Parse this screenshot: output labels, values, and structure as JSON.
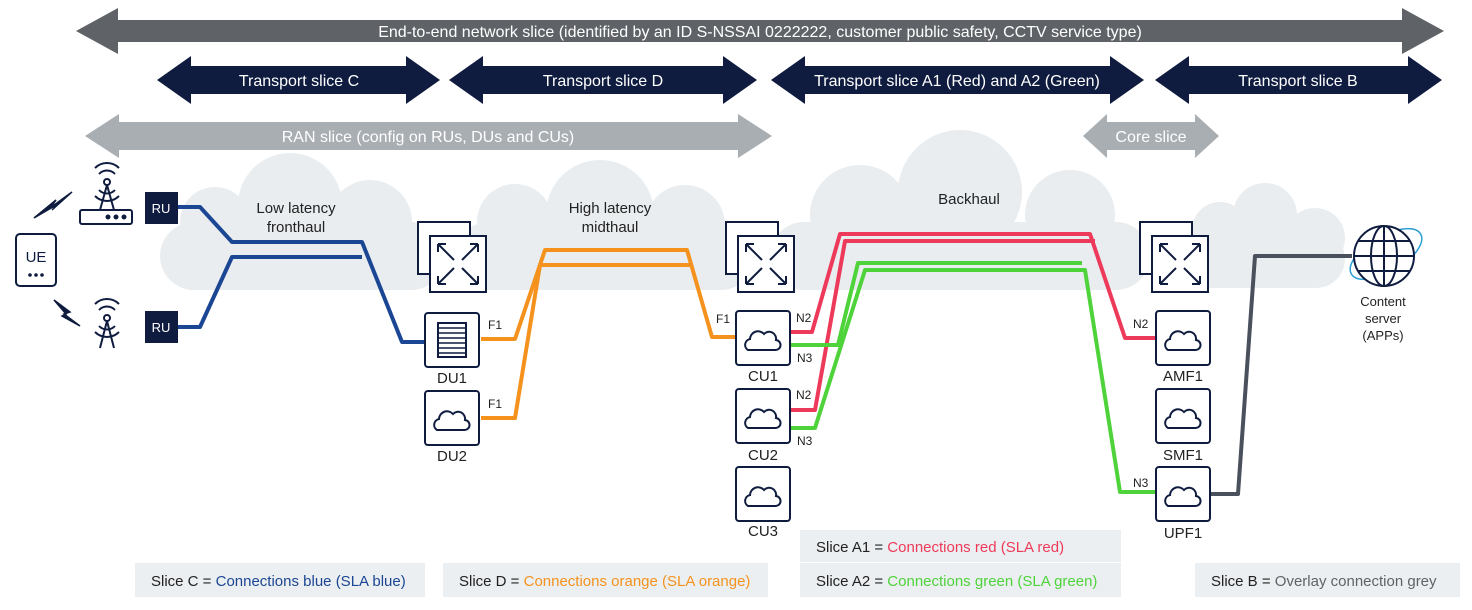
{
  "arrows": {
    "e2e": "End-to-end network slice (identified by an ID S-NSSAI 0222222, customer public safety, CCTV service type)",
    "transport_c": "Transport slice C",
    "transport_d": "Transport slice D",
    "transport_a": "Transport slice A1 (Red) and A2 (Green)",
    "transport_b": "Transport slice B",
    "ran": "RAN slice (config on RUs, DUs and CUs)",
    "core": "Core slice"
  },
  "clouds": {
    "fronthaul_line1": "Low latency",
    "fronthaul_line2": "fronthaul",
    "midhaul_line1": "High latency",
    "midhaul_line2": "midthaul",
    "backhaul": "Backhaul"
  },
  "nodes": {
    "ue": "UE",
    "ru": "RU",
    "du1": "DU1",
    "du2": "DU2",
    "cu1": "CU1",
    "cu2": "CU2",
    "cu3": "CU3",
    "amf1": "AMF1",
    "smf1": "SMF1",
    "upf1": "UPF1",
    "content_line1": "Content",
    "content_line2": "server",
    "content_line3": "(APPs)"
  },
  "interfaces": {
    "f1": "F1",
    "n2": "N2",
    "n3": "N3"
  },
  "legend": {
    "c_prefix": "Slice C = ",
    "c_text": "Connections blue (SLA blue)",
    "d_prefix": "Slice D = ",
    "d_text": "Connections orange (SLA orange)",
    "a1_prefix": "Slice A1 = ",
    "a1_text": "Connections red (SLA red)",
    "a2_prefix": "Slice A2 = ",
    "a2_text": "Connections green (SLA green)",
    "b_prefix": "Slice B = ",
    "b_text": "Overlay connection grey"
  },
  "colors": {
    "blue": "#1b4694",
    "orange": "#f5921e",
    "red": "#ee3a5a",
    "green": "#4fd33b",
    "grey": "#4a505c",
    "navy_arrow": "#0f1c3f",
    "grey_arrow": "#5f6368",
    "light_arrow": "#a9aeb3",
    "cloud": "#e9edf0",
    "legend_bg": "#eceff1"
  }
}
